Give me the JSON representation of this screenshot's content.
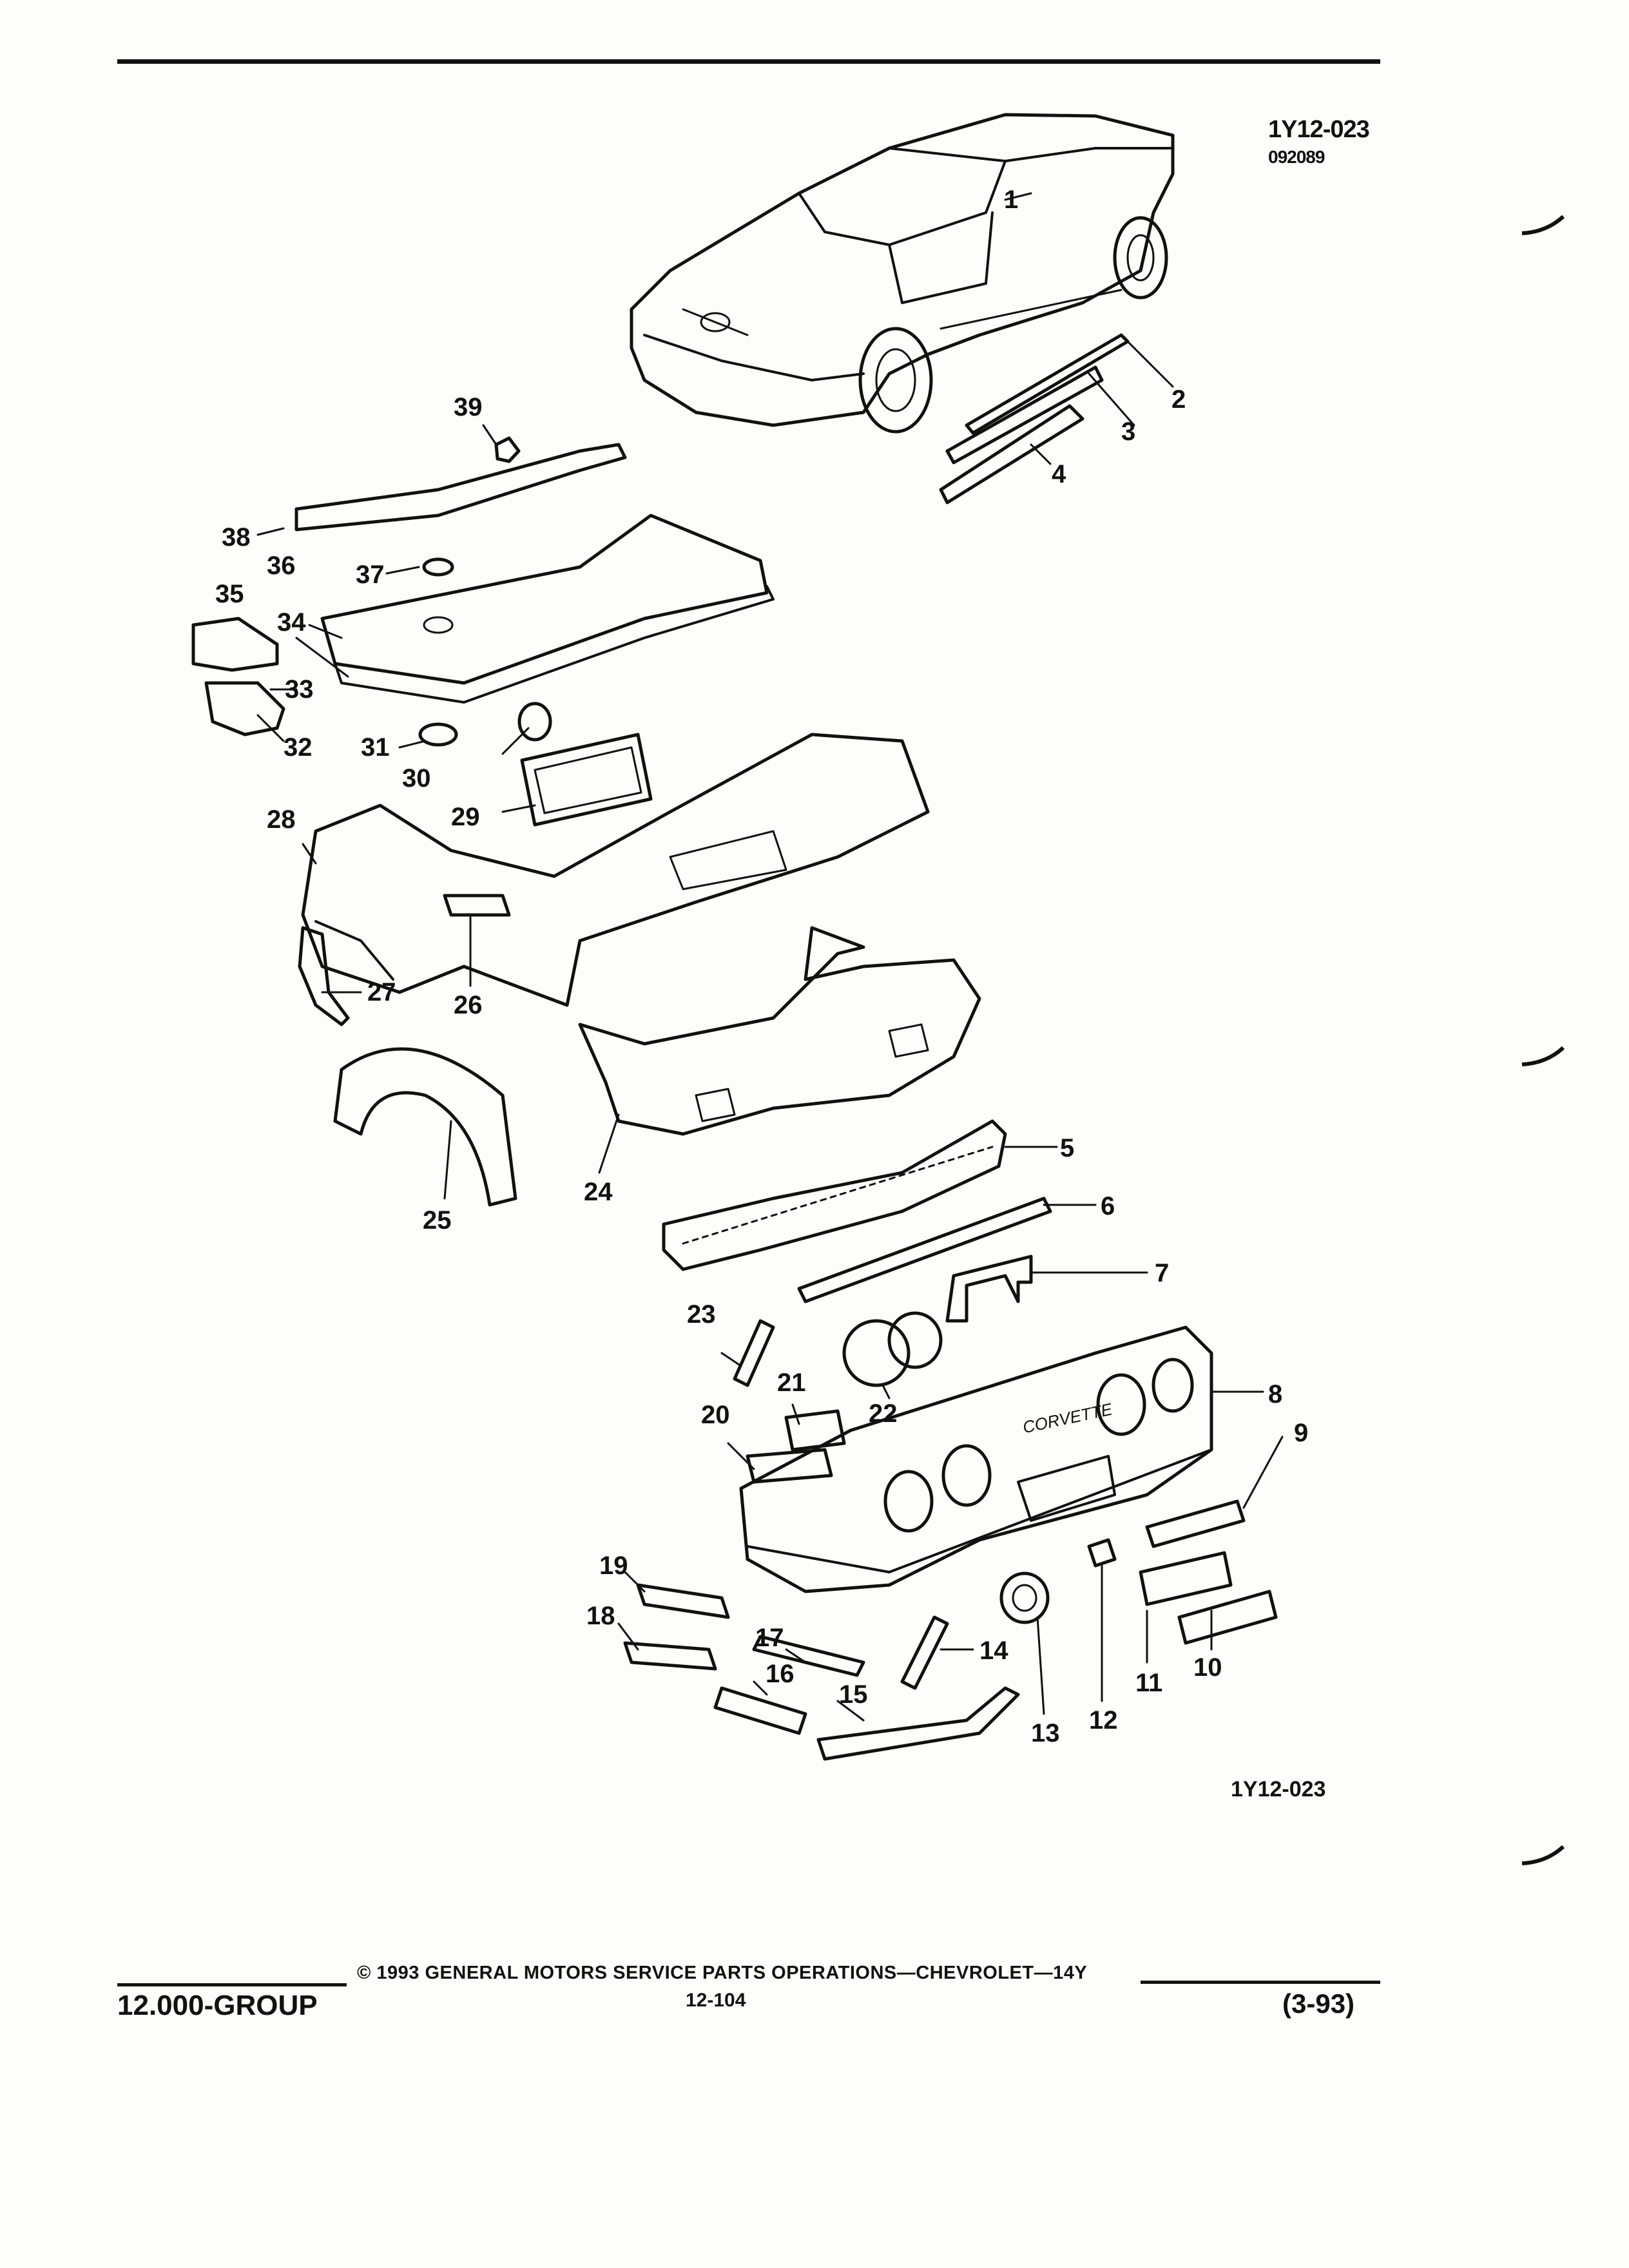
{
  "header": {
    "figure_ref": "1Y12-023",
    "figure_code": "092089"
  },
  "figure": {
    "ref_bottom": "1Y12-023",
    "callouts": [
      "1",
      "2",
      "3",
      "4",
      "5",
      "6",
      "7",
      "8",
      "9",
      "10",
      "11",
      "12",
      "13",
      "14",
      "15",
      "16",
      "17",
      "18",
      "19",
      "20",
      "21",
      "22",
      "23",
      "24",
      "25",
      "26",
      "27",
      "28",
      "29",
      "30",
      "31",
      "32",
      "33",
      "34",
      "35",
      "36",
      "37",
      "38",
      "39"
    ],
    "badge_text": "CORVETTE"
  },
  "footer": {
    "group": "12.000-GROUP",
    "copyright": "© 1993  GENERAL MOTORS SERVICE PARTS OPERATIONS—CHEVROLET—14Y",
    "page": "12-104",
    "date": "(3-93)"
  }
}
